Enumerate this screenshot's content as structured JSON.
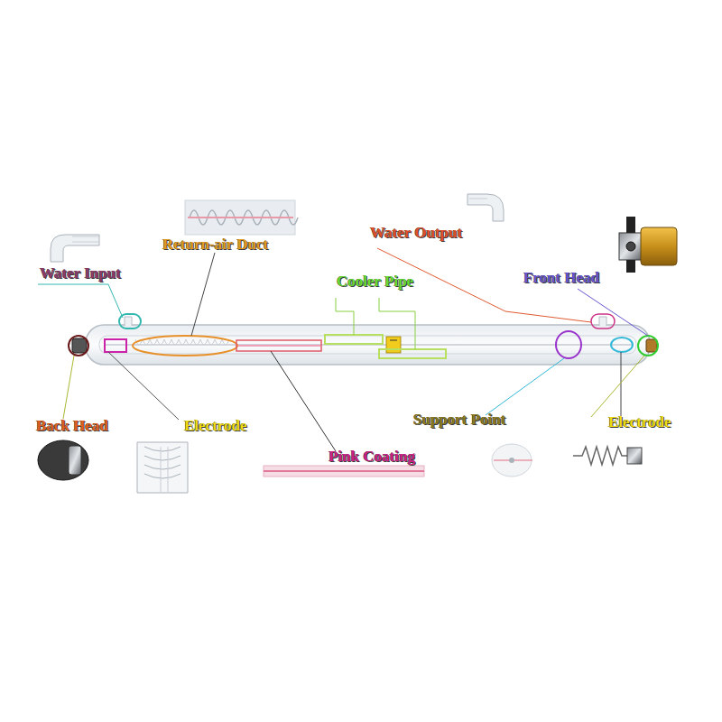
{
  "diagram": {
    "labels": [
      "Water Input",
      "Return-air Duct",
      "Water Output",
      "Cooler Pipe",
      "Front Head",
      "Back Head",
      "Electrode",
      "Pink Coating",
      "Support Point",
      "Electrode"
    ]
  }
}
